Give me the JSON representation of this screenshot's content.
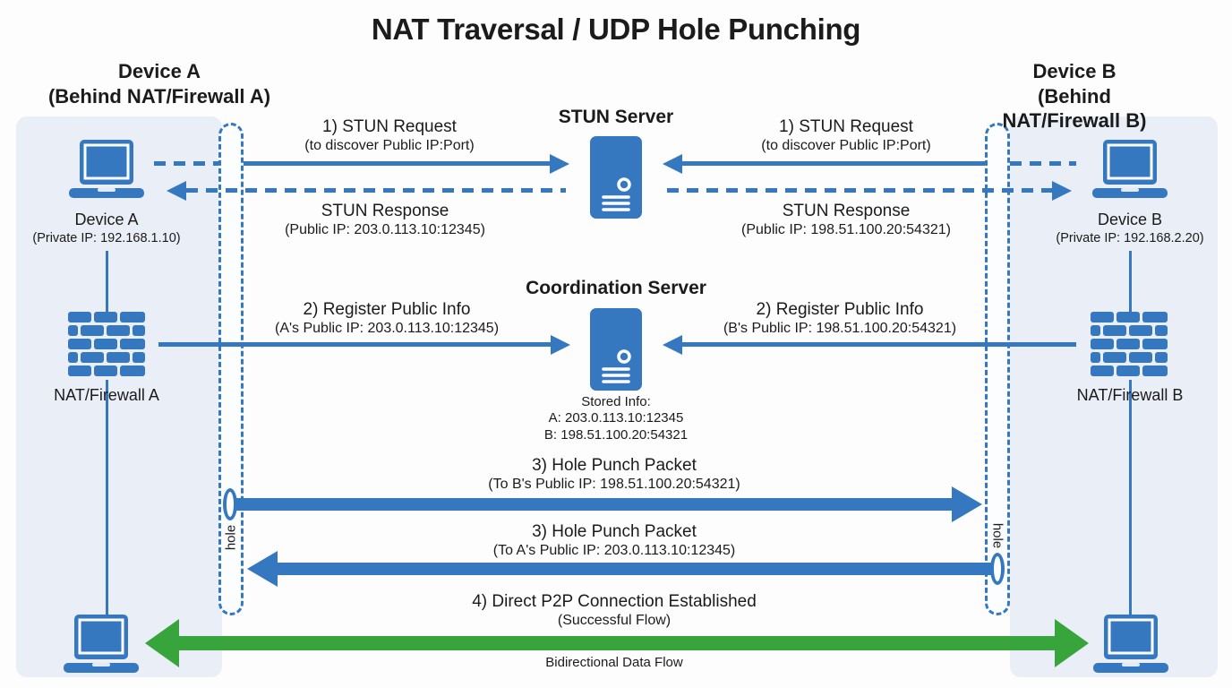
{
  "title": "NAT Traversal / UDP Hole Punching",
  "colors": {
    "blue": "#3578bf",
    "green": "#38a43c",
    "panel": "#e9eef7"
  },
  "device_a": {
    "header1": "Device A",
    "header2": "(Behind NAT/Firewall A)",
    "label": "Device A",
    "ip": "(Private IP: 192.168.1.10)",
    "firewall": "NAT/Firewall A",
    "hole": "hole"
  },
  "device_b": {
    "header1": "Device B",
    "header2": "(Behind NAT/Firewall B)",
    "label": "Device B",
    "ip": "(Private IP: 192.168.2.20)",
    "firewall": "NAT/Firewall B",
    "hole": "hole"
  },
  "stun_server": {
    "label": "STUN Server"
  },
  "coordination_server": {
    "label": "Coordination Server",
    "stored_title": "Stored Info:",
    "stored_a": "A: 203.0.113.10:12345",
    "stored_b": "B: 198.51.100.20:54321"
  },
  "messages": {
    "stun_req_a": {
      "l1": "1) STUN Request",
      "l2": "(to discover Public IP:Port)"
    },
    "stun_resp_a": {
      "l1": "STUN Response",
      "l2": "(Public IP: 203.0.113.10:12345)"
    },
    "stun_req_b": {
      "l1": "1) STUN Request",
      "l2": "(to discover Public IP:Port)"
    },
    "stun_resp_b": {
      "l1": "STUN Response",
      "l2": "(Public IP: 198.51.100.20:54321)"
    },
    "register_a": {
      "l1": "2) Register Public Info",
      "l2": "(A's Public IP: 203.0.113.10:12345)"
    },
    "register_b": {
      "l1": "2) Register Public Info",
      "l2": "(B's Public IP: 198.51.100.20:54321)"
    },
    "punch_to_b": {
      "l1": "3) Hole Punch Packet",
      "l2": "(To B's Public IP: 198.51.100.20:54321)"
    },
    "punch_to_a": {
      "l1": "3) Hole Punch Packet",
      "l2": "(To A's Public IP: 203.0.113.10:12345)"
    },
    "p2p": {
      "l1": "4) Direct P2P Connection Established",
      "l2": "(Successful Flow)",
      "caption": "Bidirectional Data Flow"
    }
  }
}
